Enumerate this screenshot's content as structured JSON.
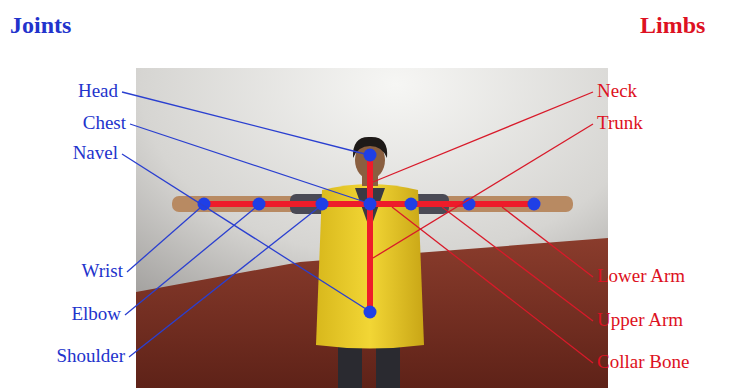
{
  "diagram": {
    "labels": [
      "Joints",
      "Limbs",
      "Head",
      "Chest",
      "Navel",
      "Wrist",
      "Elbow",
      "Shoulder",
      "Neck",
      "Trunk",
      "Lower Arm",
      "Upper Arm",
      "Collar Bone"
    ]
  }
}
